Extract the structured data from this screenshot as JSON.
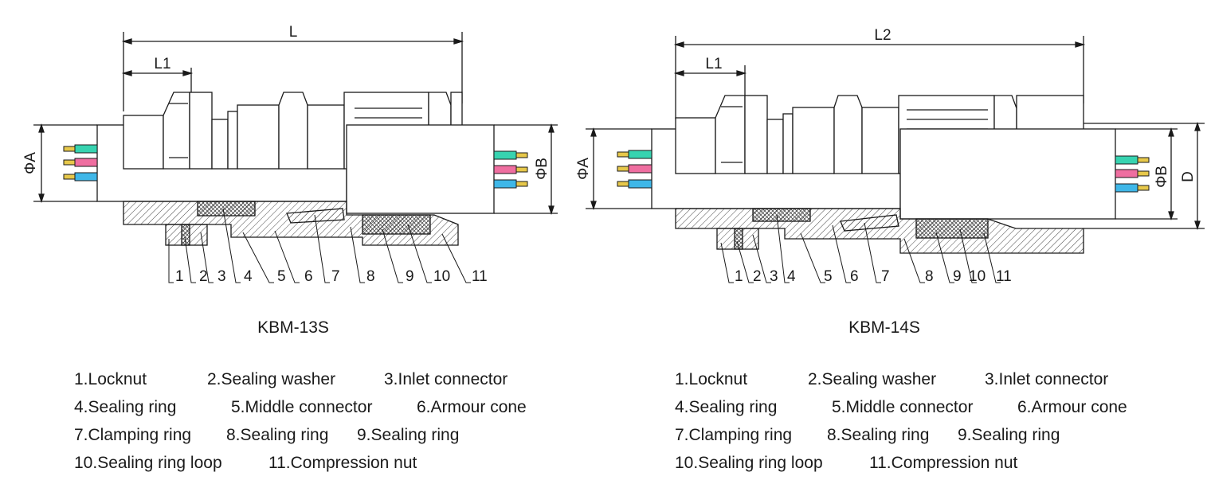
{
  "diagrams": [
    {
      "model": "KBM-13S",
      "dims": {
        "overall": "L",
        "inlet": "L1",
        "left_dia": "ΦA",
        "right_dia": "ΦB"
      },
      "callouts": [
        "1",
        "2",
        "3",
        "4",
        "5",
        "6",
        "7",
        "8",
        "9",
        "10",
        "11"
      ]
    },
    {
      "model": "KBM-14S",
      "dims": {
        "overall": "L2",
        "inlet": "L1",
        "left_dia": "ΦA",
        "right_dia": "ΦB",
        "extra": "D"
      },
      "callouts": [
        "1",
        "2",
        "3",
        "4",
        "5",
        "6",
        "7",
        "8",
        "9",
        "10",
        "11"
      ]
    }
  ],
  "legends": [
    {
      "rows": [
        [
          "1.Locknut",
          "2.Sealing washer",
          "3.Inlet connector"
        ],
        [
          "4.Sealing ring",
          "5.Middle connector",
          "6.Armour cone"
        ],
        [
          "7.Clamping ring",
          "8.Sealing ring",
          "9.Sealing ring"
        ],
        [
          "10.Sealing ring loop",
          "11.Compression nut"
        ]
      ]
    },
    {
      "rows": [
        [
          "1.Locknut",
          "2.Sealing washer",
          "3.Inlet connector"
        ],
        [
          "4.Sealing ring",
          "5.Middle connector",
          "6.Armour cone"
        ],
        [
          "7.Clamping ring",
          "8.Sealing ring",
          "9.Sealing ring"
        ],
        [
          "10.Sealing ring loop",
          "11.Compression nut"
        ]
      ]
    }
  ],
  "colors": {
    "line": "#1a1a1a",
    "wire_green": "#37d3b0",
    "wire_pink": "#ef6ea0",
    "wire_blue": "#3fb7e8",
    "wire_tip": "#e7c84a"
  }
}
